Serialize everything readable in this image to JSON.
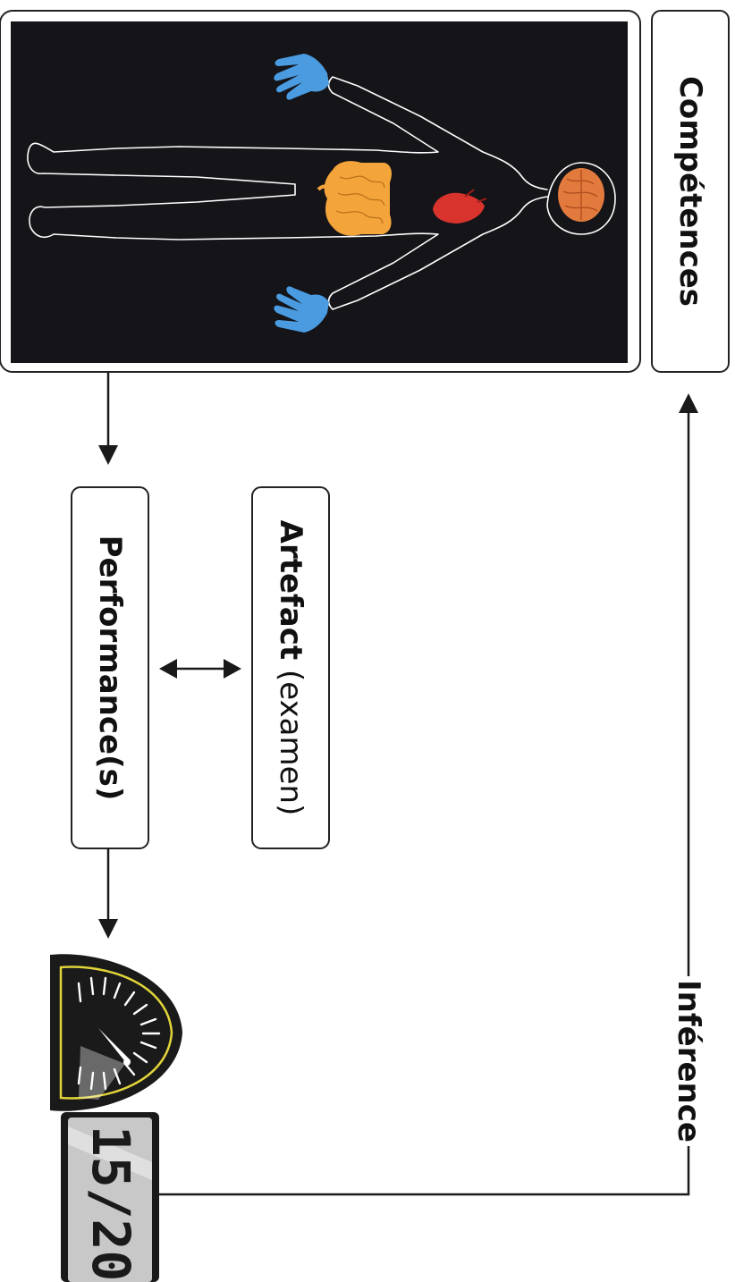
{
  "labels": {
    "competences": "Compétences",
    "performance": "Performance(s)",
    "artefact_bold": "Artefact",
    "artefact_rest": " (examen)",
    "inference": "Inférence",
    "score": "15/20"
  },
  "icons": {
    "body": "human-body-organs-icon",
    "gauge": "speedometer-gauge-icon"
  },
  "colors": {
    "body_panel": "#141419",
    "brain": "#e27a3d",
    "heart": "#d8342d",
    "intestines": "#f3a43a",
    "hands": "#4a9be0",
    "gauge_rim": "#e2d43a",
    "lcd": "#c8c8c8"
  }
}
